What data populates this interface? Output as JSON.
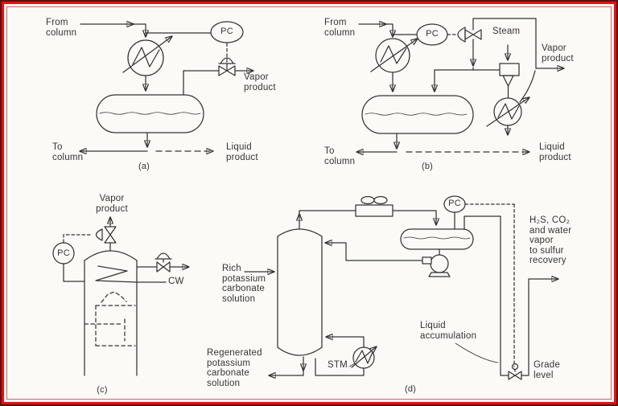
{
  "palette": {
    "ink": "#343434",
    "paper": "#fbfaf7",
    "border_outer": "#5f0f0f",
    "border_red": "#e01212"
  },
  "diagram_a": {
    "caption": "(a)",
    "from_column": "From\ncolumn",
    "pc_label": "PC",
    "vapor_product": "Vapor\nproduct",
    "to_column": "To\ncolumn",
    "liquid_product": "Liquid\nproduct"
  },
  "diagram_b": {
    "caption": "(b)",
    "from_column": "From\ncolumn",
    "pc_label": "PC",
    "steam": "Steam",
    "vapor_product": "Vapor\nproduct",
    "to_column": "To\ncolumn",
    "liquid_product": "Liquid\nproduct"
  },
  "diagram_c": {
    "caption": "(c)",
    "vapor_product": "Vapor\nproduct",
    "pc_label": "PC",
    "cooling_water": "CW"
  },
  "diagram_d": {
    "caption": "(d)",
    "pc_label": "PC",
    "rich_solution": "Rich\npotassium\ncarbonate\nsolution",
    "regenerated_solution": "Regenerated\npotassium\ncarbonate\nsolution",
    "steam_reboiler": "STM",
    "overhead_destination": "H₂S, CO₂\nand water\nvapor\nto sulfur\nrecovery",
    "liquid_accumulation": "Liquid\naccumulation",
    "grade_level": "Grade\nlevel"
  }
}
